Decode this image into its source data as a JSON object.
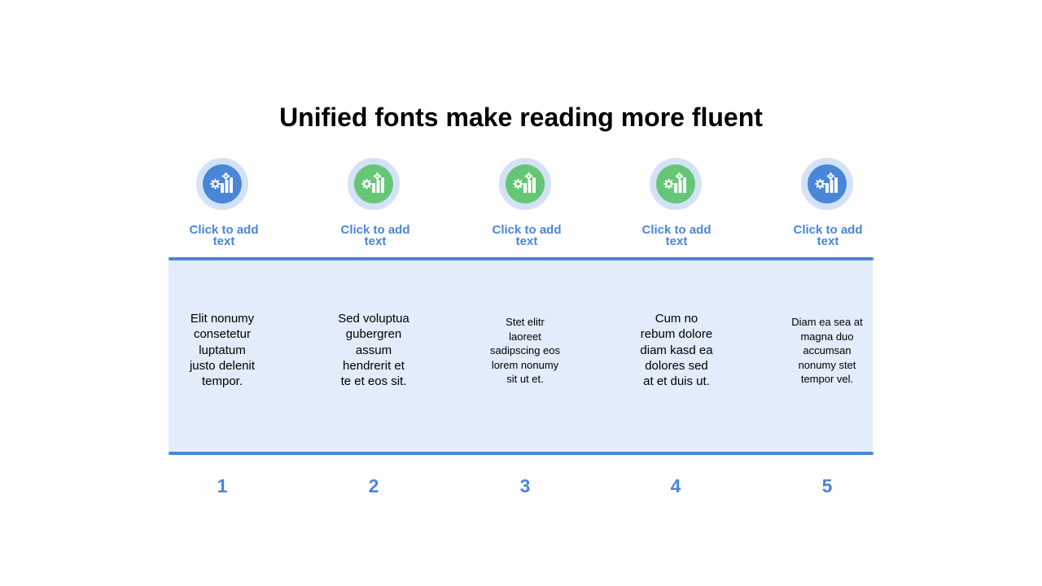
{
  "slide": {
    "title": "Unified fonts make reading more fluent"
  },
  "theme": {
    "accent": "#4a86d8",
    "band_fill": "#e2ecfa",
    "ring_fill": "#d4e2f7"
  },
  "columns": [
    {
      "icon": "chart-gear-icon",
      "icon_color": "#4a86d8",
      "label_line1": "Click to add",
      "label_line2": "text",
      "text_lines": [
        "Elit nonumy",
        "consetetur",
        "luptatum",
        "justo delenit",
        "tempor."
      ],
      "number": "1"
    },
    {
      "icon": "chart-gear-icon",
      "icon_color": "#65c776",
      "label_line1": "Click to add",
      "label_line2": "text",
      "text_lines": [
        "Sed voluptua",
        "gubergren",
        "assum",
        "hendrerit et",
        "te et eos sit."
      ],
      "number": "2"
    },
    {
      "icon": "chart-gear-icon",
      "icon_color": "#65c776",
      "label_line1": "Click to add",
      "label_line2": "text",
      "text_lines": [
        "Stet elitr",
        "laoreet",
        "sadipscing eos",
        "lorem nonumy",
        "sit ut et."
      ],
      "number": "3"
    },
    {
      "icon": "chart-gear-icon",
      "icon_color": "#65c776",
      "label_line1": "Click to add",
      "label_line2": "text",
      "text_lines": [
        "Cum no",
        "rebum dolore",
        "diam kasd ea",
        "dolores sed",
        "at et duis ut."
      ],
      "number": "4"
    },
    {
      "icon": "chart-gear-icon",
      "icon_color": "#4a86d8",
      "label_line1": "Click to add",
      "label_line2": "text",
      "text_lines": [
        "Diam ea sea at",
        "magna duo",
        "accumsan",
        "nonumy stet",
        "tempor vel."
      ],
      "number": "5"
    }
  ]
}
